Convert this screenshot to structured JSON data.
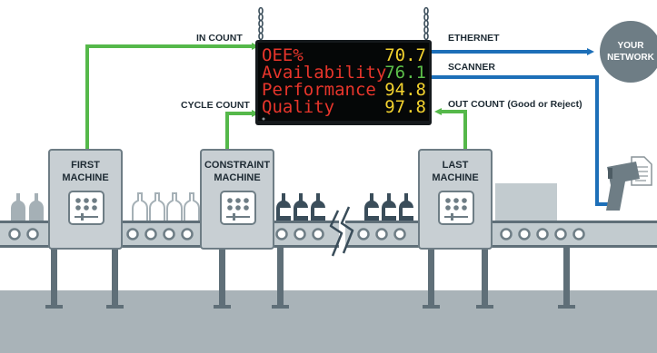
{
  "labels": {
    "in_count": "IN COUNT",
    "cycle_count": "CYCLE COUNT",
    "out_count": "OUT COUNT (Good or Reject)",
    "ethernet": "ETHERNET",
    "scanner": "SCANNER"
  },
  "network": {
    "line1": "YOUR",
    "line2": "NETWORK"
  },
  "machines": {
    "first": {
      "line1": "FIRST",
      "line2": "MACHINE"
    },
    "constraint": {
      "line1": "CONSTRAINT",
      "line2": "MACHINE"
    },
    "last": {
      "line1": "LAST",
      "line2": "MACHINE"
    }
  },
  "display": {
    "rows": [
      {
        "label": "OEE%",
        "value": "70.7"
      },
      {
        "label": "Availability",
        "value": "76.1"
      },
      {
        "label": "Performance",
        "value": "94.8"
      },
      {
        "label": "Quality",
        "value": "97.8"
      }
    ]
  },
  "colors": {
    "green": "#55b84a",
    "blue": "#1d6fb8",
    "gray": "#a9b3b8",
    "conveyor": "#c2cbcf",
    "led_red": "#e8352b",
    "led_yellow": "#f2d22e",
    "led_green": "#5cc04a"
  }
}
